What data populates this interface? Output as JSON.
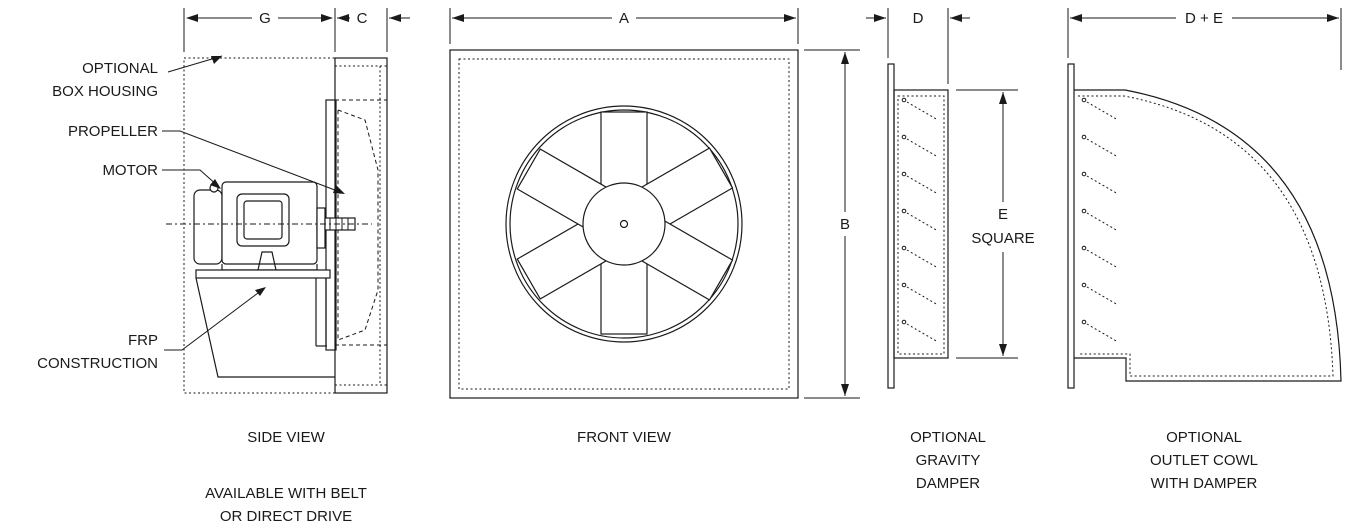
{
  "dimensions": {
    "g": "G",
    "c": "C",
    "a": "A",
    "b": "B",
    "d": "D",
    "e_line1": "E",
    "e_line2": "SQUARE",
    "d_plus_e": "D + E"
  },
  "callouts": {
    "box_housing_line1": "OPTIONAL",
    "box_housing_line2": "BOX HOUSING",
    "propeller": "PROPELLER",
    "motor": "MOTOR",
    "frp_line1": "FRP",
    "frp_line2": "CONSTRUCTION"
  },
  "captions": {
    "side_view": "SIDE VIEW",
    "front_view": "FRONT VIEW",
    "damper_line1": "OPTIONAL",
    "damper_line2": "GRAVITY",
    "damper_line3": "DAMPER",
    "cowl_line1": "OPTIONAL",
    "cowl_line2": "OUTLET COWL",
    "cowl_line3": "WITH DAMPER",
    "drive_line1": "AVAILABLE WITH BELT",
    "drive_line2": "OR DIRECT DRIVE"
  }
}
